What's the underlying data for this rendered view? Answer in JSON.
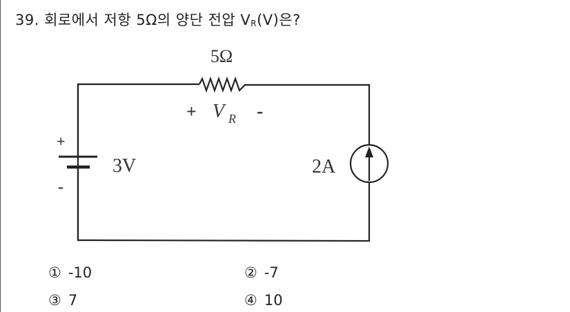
{
  "question": {
    "number": "39.",
    "text_before": "회로에서 저항 5Ω의 양단 전압 V",
    "subscript": "R",
    "text_after": "(V)은?"
  },
  "circuit": {
    "resistor_label": "5Ω",
    "voltage_label_main": "V",
    "voltage_label_sub": "R",
    "plus": "+",
    "minus": "-",
    "battery_label": "3V",
    "current_source_label": "2A"
  },
  "options": [
    {
      "marker": "①",
      "value": "-10"
    },
    {
      "marker": "②",
      "value": "-7"
    },
    {
      "marker": "③",
      "value": "7"
    },
    {
      "marker": "④",
      "value": "10"
    }
  ]
}
